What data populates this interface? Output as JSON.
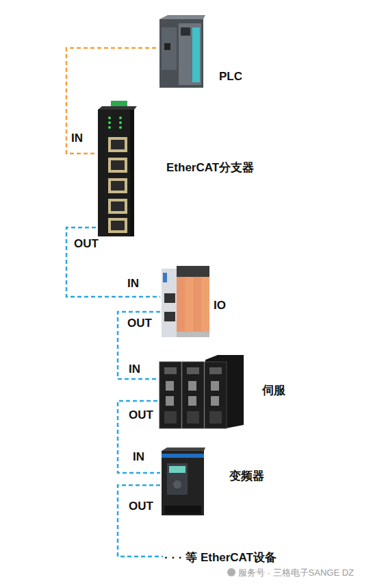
{
  "diagram": {
    "nodes": [
      {
        "text": [
          "PLC"
        ]
      },
      {
        "text": [
          "EtherCAT分支器"
        ]
      },
      {
        "text": [
          "IO"
        ]
      },
      {
        "text": [
          "伺服"
        ]
      },
      {
        "text": [
          "变频器"
        ]
      },
      {
        "text": [
          "· · · 等 EtherCAT设备"
        ]
      }
    ],
    "edges": [
      {
        "from": 0,
        "to": 1,
        "arrow": "none"
      },
      {
        "from": 1,
        "to": 2,
        "arrow": "none"
      },
      {
        "from": 2,
        "to": 3,
        "arrow": "none"
      },
      {
        "from": 3,
        "to": 4,
        "arrow": "none"
      },
      {
        "from": 4,
        "to": 5,
        "arrow": "none"
      }
    ],
    "labels": [
      "IN",
      "OUT",
      "IN",
      "OUT",
      "IN",
      "OUT",
      "IN",
      "OUT",
      "服务号 · 三格电子SANGE DZ"
    ]
  }
}
